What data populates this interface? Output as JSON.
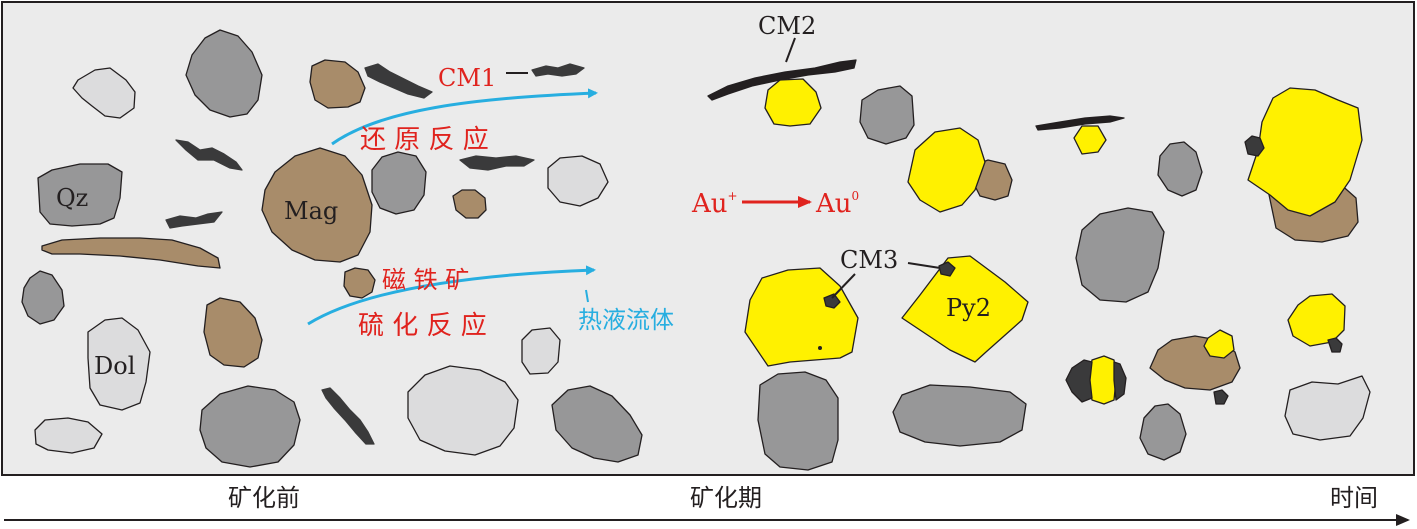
{
  "labels": {
    "qz": "Qz",
    "dol": "Dol",
    "mag": "Mag",
    "py2": "Py2",
    "cm1": "CM1",
    "cm2": "CM2",
    "cm3": "CM3",
    "reduction": "还 原 反 应",
    "magnetite": "磁 铁 矿",
    "sulfidation": "硫 化 反 应",
    "fluid": "热液流体",
    "au_plus": "Au",
    "au_plus_sup": "+",
    "au_zero": "Au",
    "au_zero_sup": "0"
  },
  "timeline": {
    "pre": "矿化前",
    "during": "矿化期",
    "axis": "时间"
  },
  "colors": {
    "panel_bg": "#ebebeb",
    "quartz": "#979798",
    "dolomite": "#dcdcdd",
    "magnetite": "#a88c6a",
    "pyrite": "#fff100",
    "carbon": "#3a3a3b",
    "red": "#e0231e",
    "cyan": "#27aee0"
  }
}
